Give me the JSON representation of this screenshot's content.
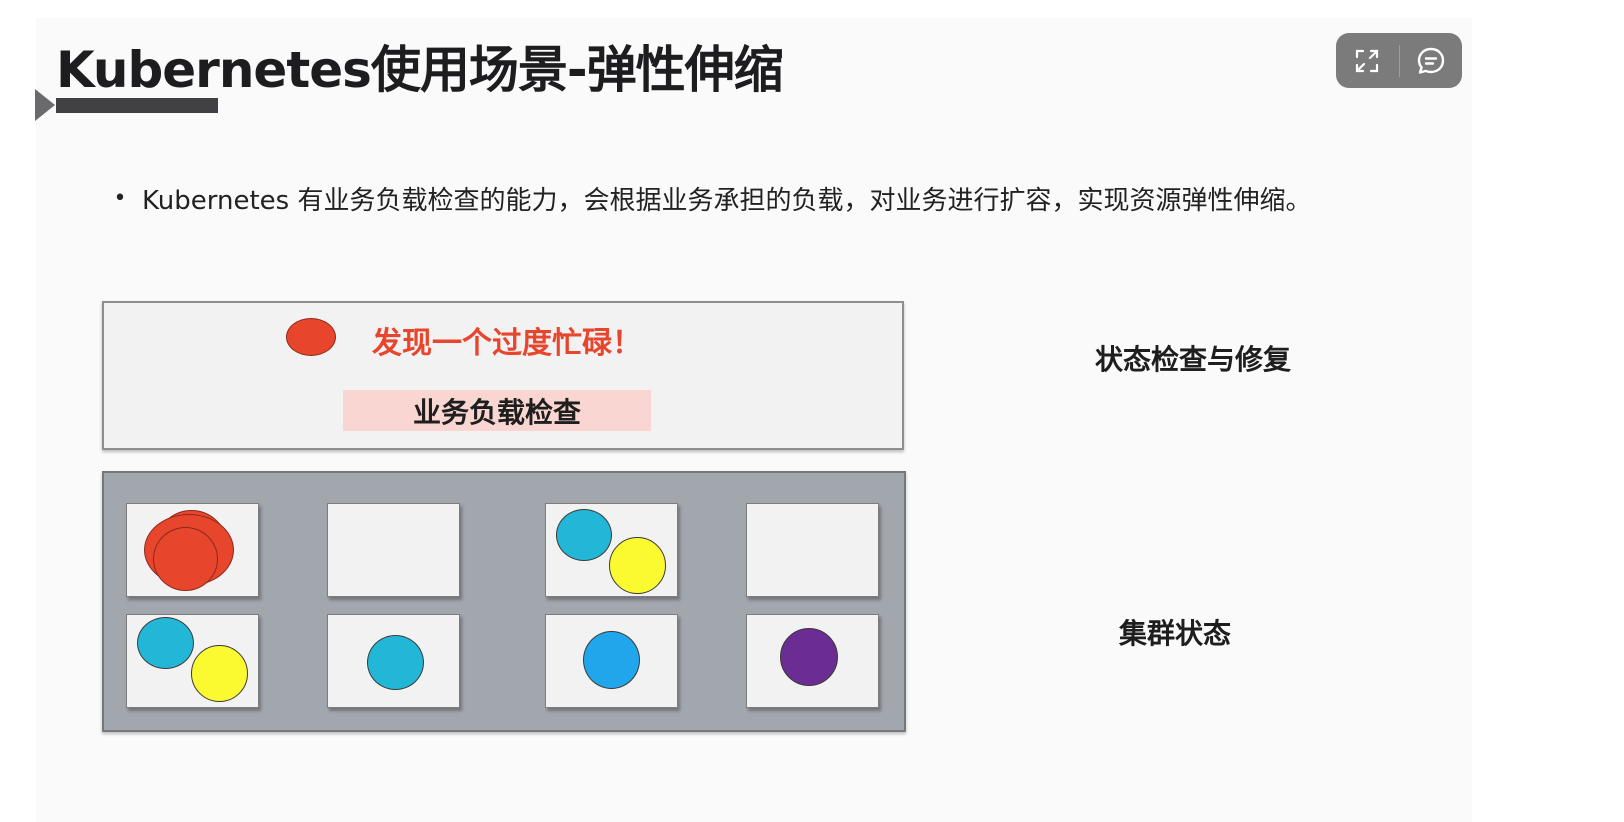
{
  "slide": {
    "title": "Kubernetes使用场景-弹性伸缩",
    "bullet": "Kubernetes 有业务负载检查的能力，会根据业务承担的负载，对业务进行扩容，实现资源弹性伸缩。",
    "bullet_marker": "•"
  },
  "toolbar": {
    "fullscreen_icon": "expand-icon",
    "comment_icon": "comment-icon",
    "bg_color": "#7b7b7b"
  },
  "diagram": {
    "alert_text": "发现一个过度忙碌！",
    "check_label": "业务负载检查",
    "side_labels": {
      "health": "状态检查与修复",
      "cluster": "集群状态"
    },
    "colors": {
      "red": "#e8452d",
      "cyan": "#22b7d6",
      "yellow": "#fbf92f",
      "blue": "#21a6ec",
      "purple": "#6b2d94",
      "label_bg": "#f9d6d1",
      "cluster_bg": "#a2a6ad"
    }
  }
}
